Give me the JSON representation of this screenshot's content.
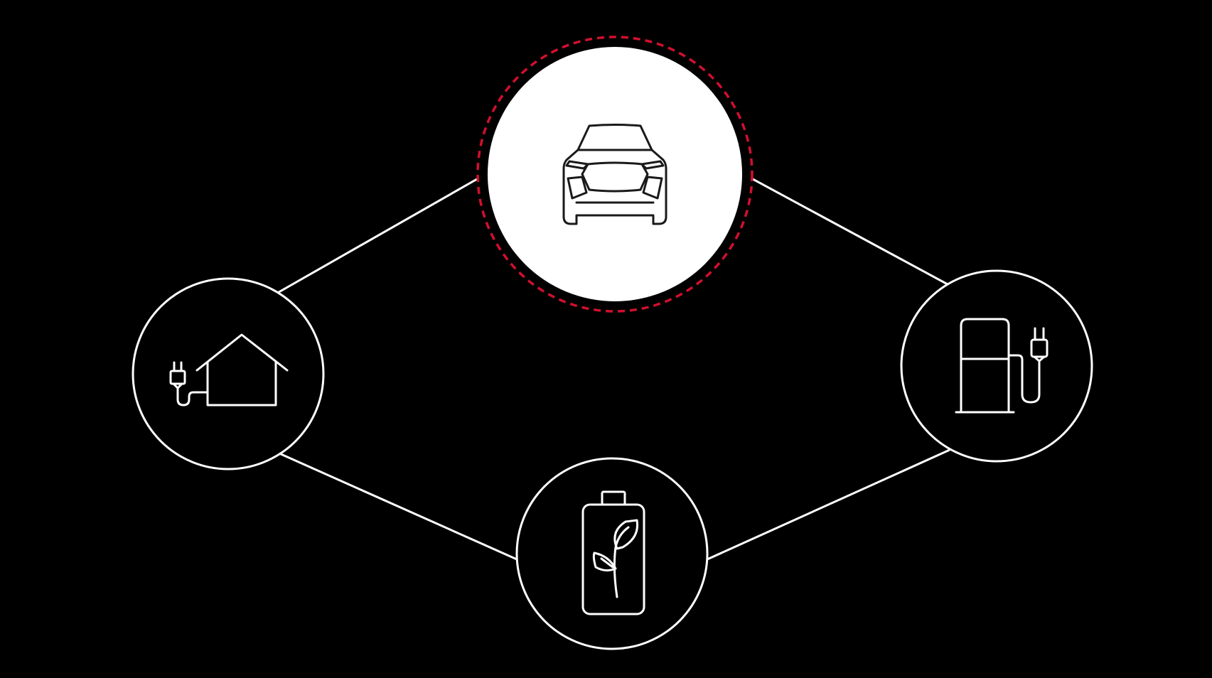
{
  "colors": {
    "background": "#000000",
    "line": "#ffffff",
    "highlight_fill": "#ffffff",
    "highlight_ring": "#d0102e",
    "icon_on_dark": "#ffffff",
    "icon_on_light": "#1a1a1a"
  },
  "nodes": [
    {
      "id": "car",
      "icon": "car-front-icon",
      "highlighted": true
    },
    {
      "id": "home-charging",
      "icon": "house-plug-icon",
      "highlighted": false
    },
    {
      "id": "charging-station",
      "icon": "charging-station-icon",
      "highlighted": false
    },
    {
      "id": "green-battery",
      "icon": "battery-leaf-icon",
      "highlighted": false
    }
  ],
  "edges": [
    {
      "from": "car",
      "to": "home-charging"
    },
    {
      "from": "car",
      "to": "charging-station"
    },
    {
      "from": "home-charging",
      "to": "green-battery"
    },
    {
      "from": "charging-station",
      "to": "green-battery"
    }
  ]
}
